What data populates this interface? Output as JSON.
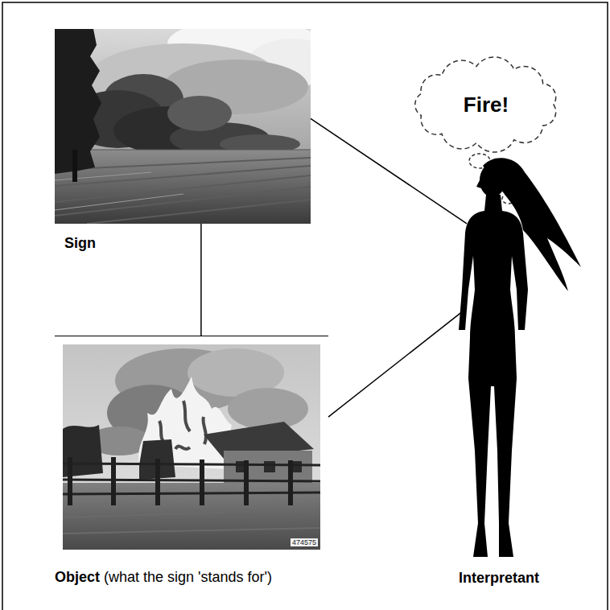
{
  "diagram": {
    "nodes": [
      {
        "text": [
          "Sign"
        ]
      },
      {
        "text": [
          "Fire!"
        ]
      },
      {
        "text": [
          "Object",
          "(what the sign 'stands for')"
        ]
      },
      {
        "text": [
          "Interpretant"
        ]
      }
    ],
    "edges": [
      {
        "from": 0,
        "to": 2,
        "arrow": "none"
      },
      {
        "from": 0,
        "to": 3,
        "arrow": "none"
      },
      {
        "from": 2,
        "to": 3,
        "arrow": "none"
      }
    ],
    "labels": [
      "474575"
    ]
  }
}
